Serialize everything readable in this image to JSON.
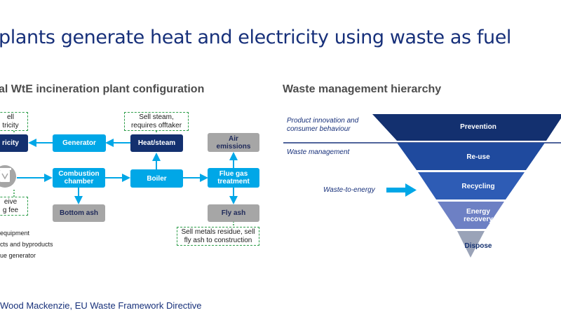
{
  "title": "plants generate heat and electricity using waste as fuel",
  "left_section": {
    "title": "al WtE incineration plant configuration",
    "boxes": {
      "electricity": "ricity",
      "generator": "Generator",
      "heat_steam": "Heat/steam",
      "air_emissions_1": "Air",
      "air_emissions_2": "emissions",
      "combustion_1": "Combustion",
      "combustion_2": "chamber",
      "boiler": "Boiler",
      "flue_gas_1": "Flue gas",
      "flue_gas_2": "treatment",
      "bottom_ash": "Bottom ash",
      "fly_ash": "Fly ash"
    },
    "notes": {
      "sell_electricity_1": "ell",
      "sell_electricity_2": "tricity",
      "sell_steam_1": "Sell steam,",
      "sell_steam_2": "requires offtaker",
      "receive_fee_1": "eive",
      "receive_fee_2": "g fee",
      "sell_metals_1": "Sell metals residue, sell",
      "sell_metals_2": "fly ash to construction"
    },
    "legend": [
      "equipment",
      "cts and byproducts",
      "ue generator"
    ]
  },
  "right_section": {
    "title": "Waste management hierarchy",
    "labels": {
      "product_innovation_1": "Product innovation  and",
      "product_innovation_2": "consumer behaviour",
      "waste_management": "Waste management",
      "waste_to_energy": "Waste-to-energy"
    },
    "tiers": [
      {
        "label": "Prevention",
        "color": "#13306f"
      },
      {
        "label": "Re-use",
        "color": "#1f4a9e"
      },
      {
        "label": "Recycling",
        "color": "#2e5cb5"
      },
      {
        "label_1": "Energy",
        "label_2": "recovery",
        "color": "#6d80c4"
      },
      {
        "label": "Dispose",
        "color": "#9aa3b8"
      }
    ]
  },
  "colors": {
    "accent_blue": "#00a7e7",
    "dark_navy": "#13306f",
    "title_blue": "#17307a",
    "note_border_green": "#2e9e4a",
    "grey_box": "#a6a6a6"
  },
  "source": "Wood Mackenzie, EU Waste Framework Directive"
}
